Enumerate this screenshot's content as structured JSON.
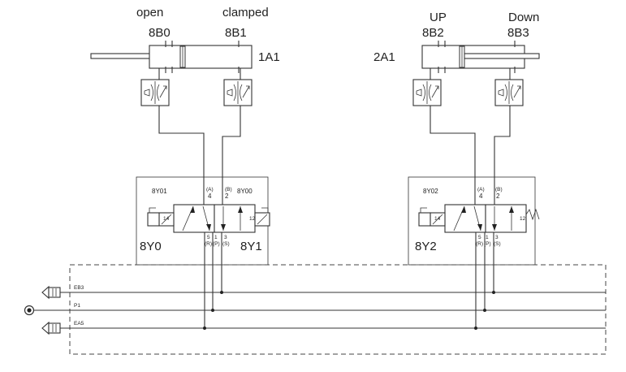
{
  "cylinders": {
    "c1": {
      "name": "1A1",
      "left_label": "open",
      "right_label": "clamped",
      "left_sensor": "8B0",
      "right_sensor": "8B1"
    },
    "c2": {
      "name": "2A1",
      "left_label": "UP",
      "right_label": "Down",
      "left_sensor": "8B2",
      "right_sensor": "8B3"
    }
  },
  "valves": {
    "v1": {
      "left_coil": "8Y0",
      "right_coil": "8Y1",
      "coil_tag_left": "8Y01",
      "coil_tag_right": "8Y00",
      "left_num": "14",
      "right_num": "12",
      "port4": "4",
      "port2": "2",
      "port4_tag": "(A)",
      "port2_tag": "(B)",
      "port5": "5",
      "port1": "1",
      "port3": "3",
      "port5_tag": "(R)",
      "port1_tag": "(P)",
      "port3_tag": "(S)"
    },
    "v2": {
      "left_coil": "8Y2",
      "coil_tag_left": "8Y02",
      "left_num": "14",
      "right_num": "12",
      "port4": "4",
      "port2": "2",
      "port4_tag": "(A)",
      "port2_tag": "(B)",
      "port5": "5",
      "port1": "1",
      "port3": "3",
      "port5_tag": "(R)",
      "port1_tag": "(P)",
      "port3_tag": "(S)"
    }
  },
  "manifold": {
    "line_eb": "EB3",
    "line_p": "P1",
    "line_ea": "EA5"
  }
}
